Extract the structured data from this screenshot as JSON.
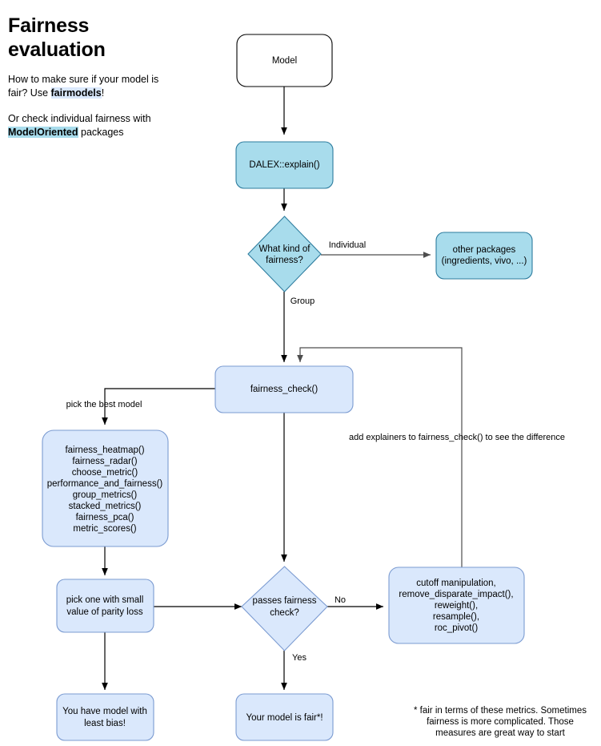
{
  "intro": {
    "title": "Fairness evaluation",
    "para1_pre": "How to make sure if your model is fair? Use ",
    "para1_highlight": "fairmodels",
    "para1_post": "!",
    "para2_pre": "Or check individual fairness with ",
    "para2_highlight": "ModelOriented",
    "para2_post": " packages"
  },
  "colors": {
    "cyan_fill": "#a8dcec",
    "cyan_stroke": "#2d7c9e",
    "pale_fill": "#dae8fc",
    "pale_stroke": "#7b9bd1",
    "white_fill": "#ffffff",
    "black_stroke": "#000000"
  },
  "chart_data": {
    "type": "diagram",
    "title": "Fairness evaluation",
    "nodes": [
      {
        "id": "model",
        "label": "Model",
        "shape": "rounded-rect",
        "style": "white"
      },
      {
        "id": "dalex",
        "label": "DALEX::explain()",
        "shape": "rounded-rect",
        "style": "cyan"
      },
      {
        "id": "kind",
        "label_lines": [
          "What kind of",
          "fairness?"
        ],
        "shape": "diamond",
        "style": "cyan"
      },
      {
        "id": "other",
        "label_lines": [
          "other packages",
          "(ingredients, vivo, ...)"
        ],
        "shape": "rounded-rect",
        "style": "cyan"
      },
      {
        "id": "faircheck",
        "label": "fairness_check()",
        "shape": "rounded-rect",
        "style": "pale"
      },
      {
        "id": "funcs",
        "label_lines": [
          "fairness_heatmap()",
          "fairness_radar()",
          "choose_metric()",
          "performance_and_fairness()",
          "group_metrics()",
          "stacked_metrics()",
          "fairness_pca()",
          "metric_scores()"
        ],
        "shape": "rounded-rect",
        "style": "pale"
      },
      {
        "id": "pickone",
        "label_lines": [
          "pick one with small",
          "value of parity loss"
        ],
        "shape": "rounded-rect",
        "style": "pale"
      },
      {
        "id": "passes",
        "label_lines": [
          "passes fairness",
          "check?"
        ],
        "shape": "diamond",
        "style": "pale"
      },
      {
        "id": "cutoff",
        "label_lines": [
          "cutoff manipulation,",
          "remove_disparate_impact(),",
          "reweight(),",
          "resample(),",
          "roc_pivot()"
        ],
        "shape": "rounded-rect",
        "style": "pale"
      },
      {
        "id": "leastbias",
        "label_lines": [
          "You have model with",
          "least bias!"
        ],
        "shape": "rounded-rect",
        "style": "pale"
      },
      {
        "id": "isfair",
        "label": "Your model is fair*!",
        "shape": "rounded-rect",
        "style": "pale"
      }
    ],
    "edges": [
      {
        "from": "model",
        "to": "dalex",
        "label": ""
      },
      {
        "from": "dalex",
        "to": "kind",
        "label": ""
      },
      {
        "from": "kind",
        "to": "other",
        "label": "Individual"
      },
      {
        "from": "kind",
        "to": "faircheck",
        "label": "Group"
      },
      {
        "from": "faircheck",
        "to": "funcs",
        "label": "pick the best model"
      },
      {
        "from": "faircheck",
        "to": "passes",
        "label": ""
      },
      {
        "from": "funcs",
        "to": "pickone",
        "label": ""
      },
      {
        "from": "pickone",
        "to": "passes",
        "label": ""
      },
      {
        "from": "pickone",
        "to": "leastbias",
        "label": ""
      },
      {
        "from": "passes",
        "to": "cutoff",
        "label": "No"
      },
      {
        "from": "passes",
        "to": "isfair",
        "label": "Yes"
      },
      {
        "from": "cutoff",
        "to": "faircheck",
        "label": "add explainers to fairness_check() to see the difference"
      }
    ]
  },
  "nodes": {
    "model": {
      "label": "Model"
    },
    "dalex": {
      "label": "DALEX::explain()"
    },
    "kind": {
      "line1": "What kind of",
      "line2": "fairness?"
    },
    "other": {
      "line1": "other packages",
      "line2": "(ingredients, vivo, ...)"
    },
    "faircheck": {
      "label": "fairness_check()"
    },
    "funcs": {
      "l1": "fairness_heatmap()",
      "l2": "fairness_radar()",
      "l3": "choose_metric()",
      "l4": "performance_and_fairness()",
      "l5": "group_metrics()",
      "l6": "stacked_metrics()",
      "l7": "fairness_pca()",
      "l8": "metric_scores()"
    },
    "pickone": {
      "line1": "pick one with small",
      "line2": "value of parity loss"
    },
    "passes": {
      "line1": "passes fairness",
      "line2": "check?"
    },
    "cutoff": {
      "l1": "cutoff manipulation,",
      "l2": "remove_disparate_impact(),",
      "l3": "reweight(),",
      "l4": "resample(),",
      "l5": "roc_pivot()"
    },
    "leastbias": {
      "line1": "You have model with",
      "line2": "least bias!"
    },
    "isfair": {
      "label": "Your model is fair*!"
    }
  },
  "edge_labels": {
    "individual": "Individual",
    "group": "Group",
    "pick_best": "pick the best model",
    "add_explainers": "add explainers to fairness_check() to see the difference",
    "no": "No",
    "yes": "Yes"
  },
  "footnote": {
    "l1": "* fair in terms of these metrics. Sometimes",
    "l2": "fairness is more complicated. Those",
    "l3": "measures are great way to start"
  }
}
